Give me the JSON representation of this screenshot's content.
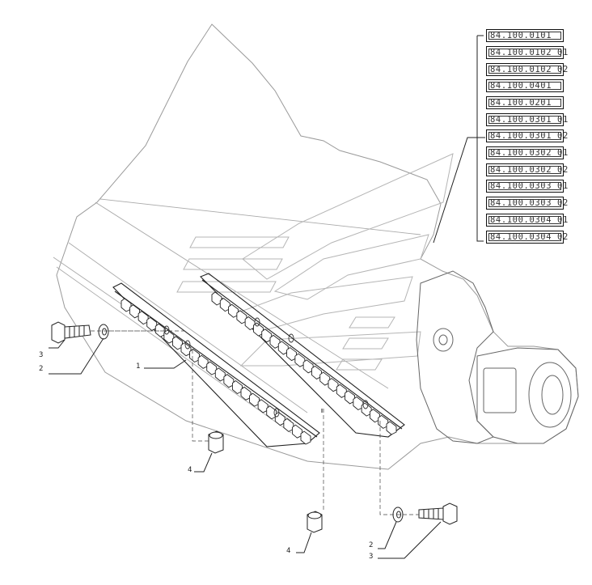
{
  "references": [
    "84.100.0101",
    "84.100.0102 01",
    "84.100.0102 02",
    "84.100.0401",
    "84.100.0201",
    "84.100.0301 01",
    "84.100.0301 02",
    "84.100.0302 01",
    "84.100.0302 02",
    "84.100.0303 01",
    "84.100.0303 02",
    "84.100.0304 01",
    "84.100.0304 02"
  ],
  "callouts": {
    "top_left_bolt": "3",
    "top_left_washer": "2",
    "knife_section": "1",
    "nut_left": "4",
    "nut_bottom": "4",
    "bottom_washer": "2",
    "bottom_bolt": "3"
  }
}
